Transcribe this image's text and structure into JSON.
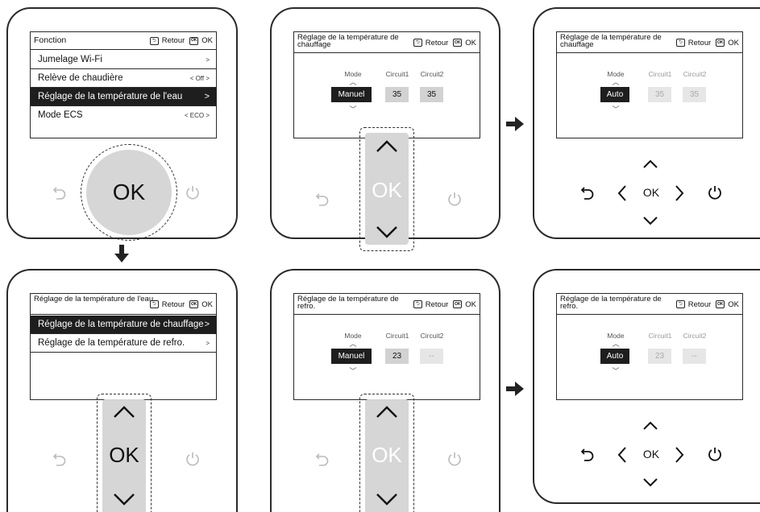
{
  "common": {
    "back_label": "Retour",
    "ok_label": "OK",
    "ok_icon_text": "OK",
    "big_ok": "OK",
    "small_ok": "OK"
  },
  "panel1": {
    "title": "Fonction",
    "items": [
      {
        "label": "Jumelage Wi-Fi",
        "value": ">"
      },
      {
        "label": "Relève de chaudière",
        "value": "< Off >"
      },
      {
        "label": "Réglage de la température de l'eau",
        "value": ">"
      },
      {
        "label": "Mode ECS",
        "value": "< ECO >"
      }
    ]
  },
  "panel2": {
    "title": "Réglage de la température de chauffage",
    "col_labels": [
      "Mode",
      "Circuit1",
      "Circuit2"
    ],
    "mode_value": "Manuel",
    "circuit1": "35",
    "circuit2": "35"
  },
  "panel3": {
    "title": "Réglage de la température de chauffage",
    "col_labels": [
      "Mode",
      "Circuit1",
      "Circuit2"
    ],
    "mode_value": "Auto",
    "circuit1": "35",
    "circuit2": "35"
  },
  "panel4": {
    "title": "Réglage de la température de l'eau",
    "items": [
      {
        "label": "Réglage de la température de chauffage",
        "value": ">"
      },
      {
        "label": "Réglage de la température de refro.",
        "value": ">"
      }
    ]
  },
  "panel5": {
    "title": "Réglage de la température de refro.",
    "col_labels": [
      "Mode",
      "Circuit1",
      "Circuit2"
    ],
    "mode_value": "Manuel",
    "circuit1": "23",
    "circuit2": "--"
  },
  "panel6": {
    "title": "Réglage de la température de refro.",
    "col_labels": [
      "Mode",
      "Circuit1",
      "Circuit2"
    ],
    "mode_value": "Auto",
    "circuit1": "23",
    "circuit2": "--"
  },
  "icons": [
    "back-icon",
    "power-icon",
    "chevron-up-icon",
    "chevron-down-icon",
    "chevron-left-icon",
    "chevron-right-icon",
    "arrow-right-icon",
    "arrow-down-icon"
  ]
}
